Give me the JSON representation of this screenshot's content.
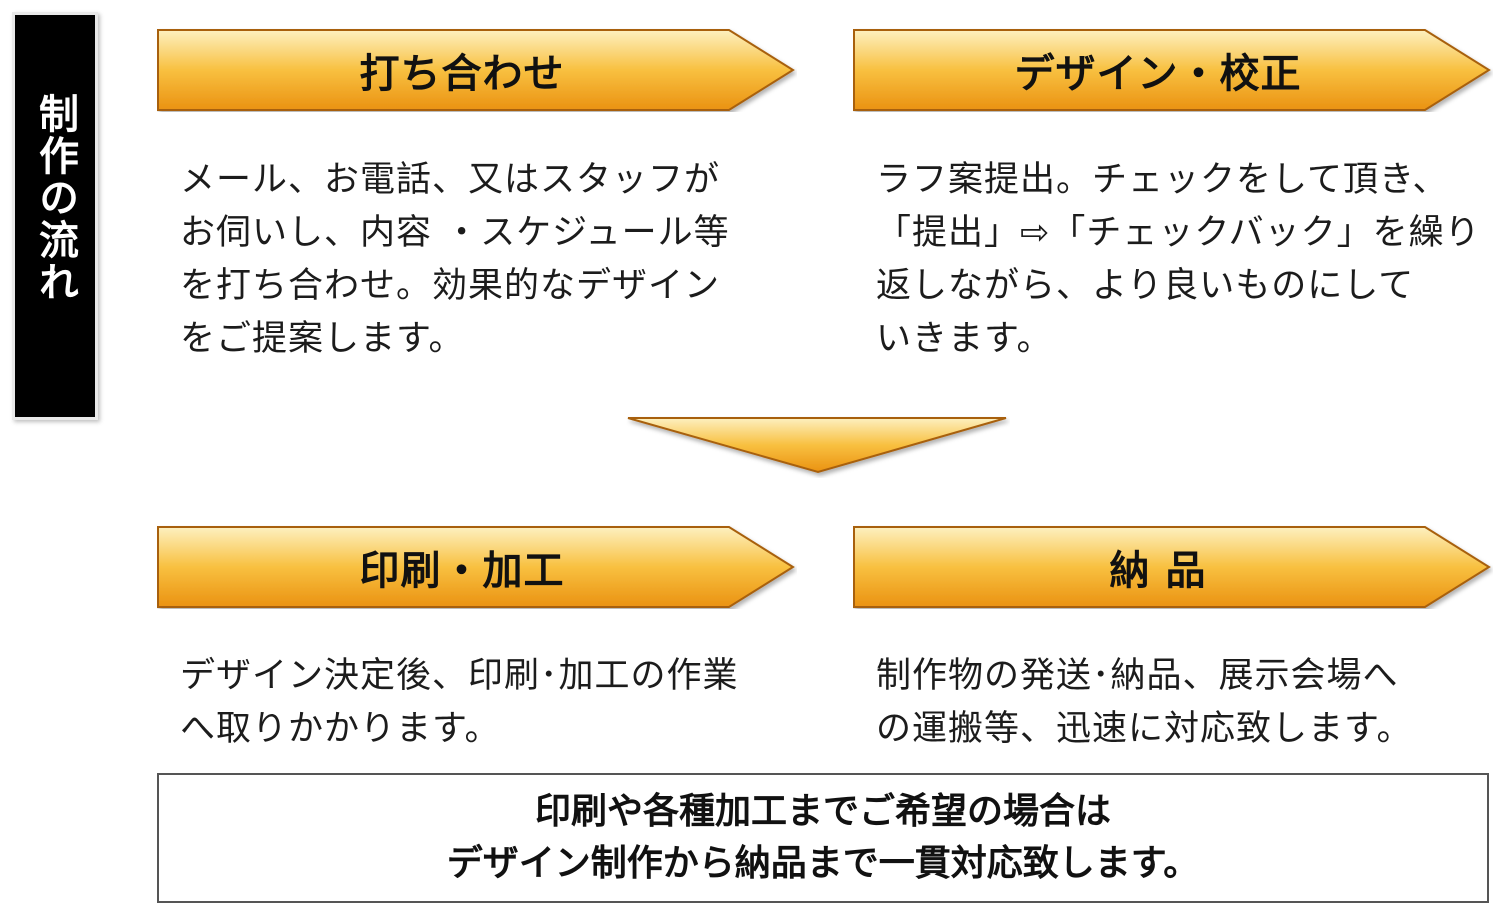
{
  "sidebar": {
    "label": "制作の流れ"
  },
  "steps": [
    {
      "title": "打ち合わせ",
      "lines": [
        "メール、お電話、又はスタッフが",
        "お伺いし、内容 ・スケジュール等",
        "を打ち合わせ。効果的なデザイン",
        "をご提案します。"
      ]
    },
    {
      "title": "デザイン・校正",
      "lines": [
        "ラフ案提出。チェックをして頂き、",
        "「提出」⇨「チェックバック」を繰り",
        "返しながら、より良いものにして",
        "いきます。"
      ]
    },
    {
      "title": "印刷・加工",
      "lines": [
        "デザイン決定後、印刷･加工の作業",
        "へ取りかかります。"
      ]
    },
    {
      "title": "納 品",
      "lines": [
        "制作物の発送･納品、展示会場へ",
        "の運搬等、迅速に対応致します。"
      ]
    }
  ],
  "summary": {
    "line1": "印刷や各種加工までご希望の場合は",
    "line2": "デザイン制作から納品まで一貫対応致します。"
  },
  "colors": {
    "arrow_top": "#fdf0c0",
    "arrow_mid": "#f8c040",
    "arrow_bottom": "#ea9212",
    "arrow_border": "#a8600c"
  }
}
